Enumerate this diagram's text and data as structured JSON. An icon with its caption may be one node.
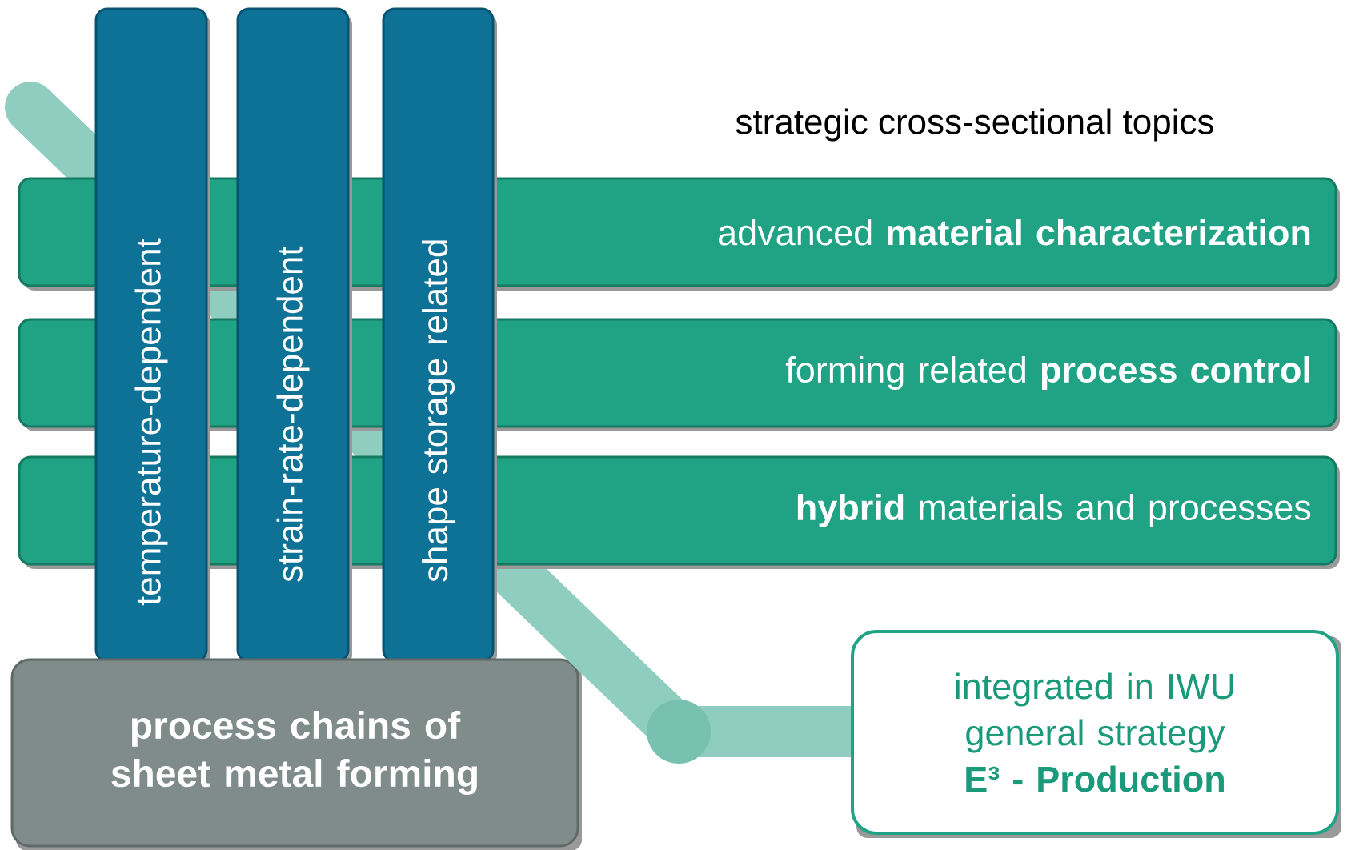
{
  "diagram": {
    "nodes": [
      {
        "text": [
          "temperature-dependent"
        ]
      },
      {
        "text": [
          "strain-rate-dependent"
        ]
      },
      {
        "text": [
          "shape storage related"
        ]
      },
      {
        "text": [
          "advanced **material characterization**"
        ]
      },
      {
        "text": [
          "forming related **process control**"
        ]
      },
      {
        "text": [
          "**hybrid** materials and processes"
        ]
      },
      {
        "text": [
          "process chains of sheet metal forming"
        ]
      },
      {
        "text": [
          "integrated in IWU general strategy",
          "E³ - Production"
        ]
      }
    ],
    "edges": [
      {
        "from": null,
        "to": 7,
        "arrow": "none",
        "color": "#8fcdc0"
      }
    ],
    "labels": [
      "strategic cross-sectional topics"
    ]
  }
}
